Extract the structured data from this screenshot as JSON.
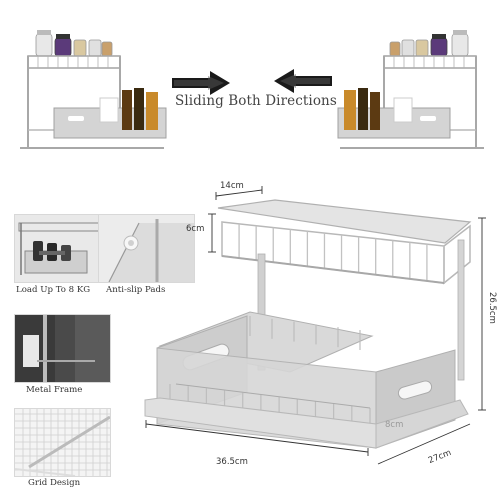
{
  "banner": {
    "direction_text": "Sliding Both Directions"
  },
  "features": [
    {
      "caption": "Load Up To 8 KG",
      "icon": "weights-icon"
    },
    {
      "caption": "Anti-slip Pads",
      "icon": "pad-icon"
    },
    {
      "caption": "Metal Frame",
      "icon": "frame-icon"
    },
    {
      "caption": "Grid Design",
      "icon": "grid-icon"
    }
  ],
  "dimensions": {
    "top_width": "14cm",
    "basket_height": "6cm",
    "total_height": "26.5cm",
    "width": "36.5cm",
    "depth": "27cm",
    "drawer_height": "8cm"
  },
  "colors": {
    "frame": "#c6c6c6",
    "frame_dark": "#9a9a9a",
    "arrow": "#1a1a1a"
  }
}
